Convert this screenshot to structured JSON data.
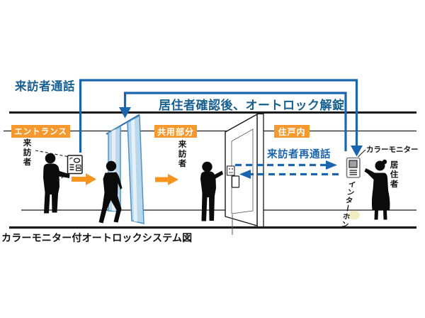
{
  "caption": "カラーモニター付オートロックシステム図",
  "flows": {
    "visitor_call": "来訪者通話",
    "unlock": "居住者確認後、オートロック解錠",
    "recall": "来訪者再通話"
  },
  "zones": {
    "entrance": "エントランス",
    "common": "共用部分",
    "unit": "住戸内"
  },
  "people": {
    "visitor_entrance": "来訪者",
    "visitor_common": "来訪者",
    "resident": "居住者"
  },
  "devices": {
    "color_monitor": "カラーモニター",
    "interphone": "インターホン"
  },
  "colors": {
    "zone_orange": "#f5992e",
    "arrow_orange": "#f7941d",
    "flow_blue": "#1b64ae",
    "flow_text_blue": "#17608f",
    "glass_fill": "#b9d8eb",
    "glass_border": "#4f93c4",
    "line_black": "#1a1a1a"
  }
}
